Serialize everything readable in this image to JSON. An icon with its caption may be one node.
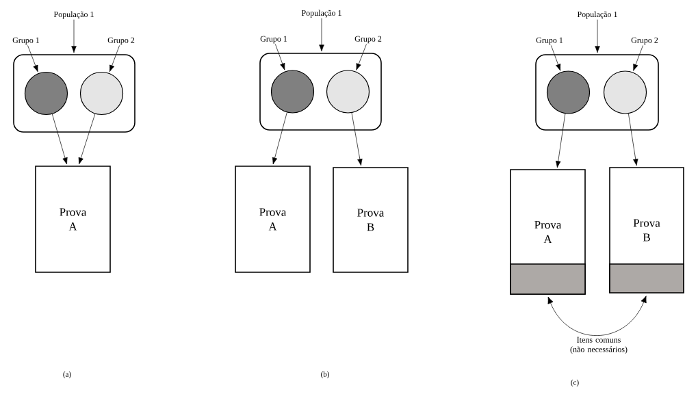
{
  "diagram": {
    "nodes": [
      {
        "text": [
          "População 1"
        ]
      },
      {
        "text": [
          "Grupo 1"
        ]
      },
      {
        "text": [
          "Grupo 2"
        ]
      },
      {
        "text": [],
        "shape": "box"
      },
      {
        "text": [],
        "shape": "circle",
        "in": 3
      },
      {
        "text": [],
        "shape": "circle",
        "in": 3
      },
      {
        "text": [
          "Prova A"
        ]
      },
      {
        "text": [
          "População 1"
        ]
      },
      {
        "text": [
          "Grupo 1"
        ]
      },
      {
        "text": [
          "Grupo 2"
        ]
      },
      {
        "text": [],
        "shape": "box"
      },
      {
        "text": [],
        "shape": "circle",
        "in": 10
      },
      {
        "text": [],
        "shape": "circle",
        "in": 10
      },
      {
        "text": [
          "Prova A"
        ]
      },
      {
        "text": [
          "Prova B"
        ]
      },
      {
        "text": [
          "População 1"
        ]
      },
      {
        "text": [
          "Grupo 1"
        ]
      },
      {
        "text": [
          "Grupo 2"
        ]
      },
      {
        "text": [],
        "shape": "box"
      },
      {
        "text": [],
        "shape": "circle",
        "in": 18
      },
      {
        "text": [],
        "shape": "circle",
        "in": 18
      },
      {
        "text": [
          "Prova A"
        ]
      },
      {
        "text": [
          "Prova B"
        ]
      },
      {
        "text": [],
        "shape": "bar",
        "in": 21
      },
      {
        "text": [],
        "shape": "bar",
        "in": 22
      }
    ],
    "edges": [
      {
        "from": 0,
        "to": 3,
        "arrow": "to"
      },
      {
        "from": 1,
        "to": 4,
        "arrow": "to"
      },
      {
        "from": 2,
        "to": 5,
        "arrow": "to"
      },
      {
        "from": 4,
        "to": 6,
        "arrow": "to"
      },
      {
        "from": 5,
        "to": 6,
        "arrow": "to"
      },
      {
        "from": 7,
        "to": 10,
        "arrow": "to"
      },
      {
        "from": 8,
        "to": 11,
        "arrow": "to"
      },
      {
        "from": 9,
        "to": 12,
        "arrow": "to"
      },
      {
        "from": 11,
        "to": 13,
        "arrow": "to"
      },
      {
        "from": 12,
        "to": 14,
        "arrow": "to"
      },
      {
        "from": 15,
        "to": 18,
        "arrow": "to"
      },
      {
        "from": 16,
        "to": 19,
        "arrow": "to"
      },
      {
        "from": 17,
        "to": 20,
        "arrow": "to"
      },
      {
        "from": 19,
        "to": 21,
        "arrow": "to"
      },
      {
        "from": 20,
        "to": 22,
        "arrow": "to"
      },
      {
        "from": 23,
        "to": 24,
        "arrow": "both",
        "label": "Itens comuns (não necessários)"
      }
    ],
    "labels": [
      "(a)",
      "(b)",
      "(c)"
    ]
  }
}
